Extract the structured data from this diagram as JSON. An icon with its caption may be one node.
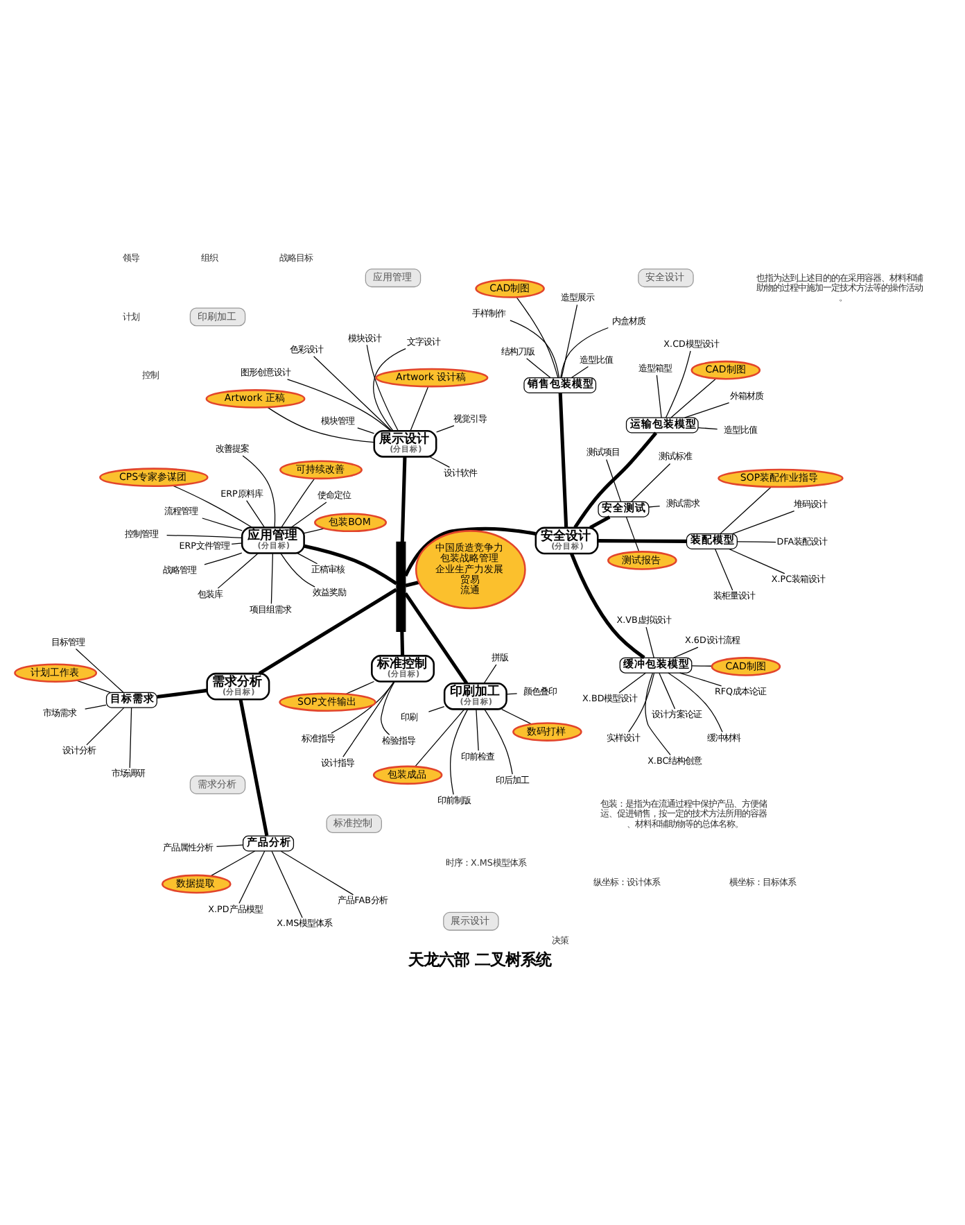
{
  "diagram": {
    "title": "天龙六部 二叉树系统",
    "nodes": [
      {
        "text": [
          "中国质造竞争力",
          "包装战略管理",
          "企业生产力发展",
          "贸易",
          "流通"
        ]
      },
      {
        "text": [],
        "shape": "bar"
      },
      {
        "text": [
          "标准控制",
          "(分目标)"
        ]
      },
      {
        "text": [
          "SOP文件输出"
        ]
      },
      {
        "text": [
          "检验指导"
        ]
      },
      {
        "text": [
          "标准指导"
        ]
      },
      {
        "text": [
          "设计指导"
        ]
      },
      {
        "text": [
          "印刷加工",
          "(分目标)"
        ]
      },
      {
        "text": [
          "包装成品"
        ]
      },
      {
        "text": [
          "印后加工"
        ]
      },
      {
        "text": [
          "印前制版"
        ]
      },
      {
        "text": [
          "印刷"
        ]
      },
      {
        "text": [
          "数码打样"
        ]
      },
      {
        "text": [
          "颜色叠印"
        ]
      },
      {
        "text": [
          "拼版"
        ]
      },
      {
        "text": [
          "印前检查"
        ]
      },
      {
        "text": [
          "应用管理",
          "(分目标)"
        ]
      },
      {
        "text": [
          "CPS专家参谋团"
        ]
      },
      {
        "text": [
          "控制管理"
        ]
      },
      {
        "text": [
          "流程管理"
        ]
      },
      {
        "text": [
          "项目组需求"
        ]
      },
      {
        "text": [
          "战略管理"
        ]
      },
      {
        "text": [
          "使命定位"
        ]
      },
      {
        "text": [
          "可持续改善"
        ]
      },
      {
        "text": [
          "改善提案"
        ]
      },
      {
        "text": [
          "效益奖励"
        ]
      },
      {
        "text": [
          "包装BOM"
        ]
      },
      {
        "text": [
          "ERP文件管理"
        ]
      },
      {
        "text": [
          "包装库"
        ]
      },
      {
        "text": [
          "正稿审核"
        ]
      },
      {
        "text": [
          "ERP原料库"
        ]
      },
      {
        "text": [
          "展示设计",
          "(分目标)"
        ]
      },
      {
        "text": [
          "Artwork 正稿"
        ]
      },
      {
        "text": [
          "模块设计"
        ]
      },
      {
        "text": [
          "设计软件"
        ]
      },
      {
        "text": [
          "模块管理"
        ]
      },
      {
        "text": [
          "Artwork 设计稿"
        ]
      },
      {
        "text": [
          "视觉引导"
        ]
      },
      {
        "text": [
          "色彩设计"
        ]
      },
      {
        "text": [
          "图形创意设计"
        ]
      },
      {
        "text": [
          "文字设计"
        ]
      },
      {
        "text": [
          "安全设计",
          "(分目标)"
        ]
      },
      {
        "text": [
          "装配模型"
        ]
      },
      {
        "text": [
          "SOP装配作业指导"
        ]
      },
      {
        "text": [
          "堆码设计"
        ]
      },
      {
        "text": [
          "装柜量设计"
        ]
      },
      {
        "text": [
          "DFA装配设计"
        ]
      },
      {
        "text": [
          "X.PC装箱设计"
        ]
      },
      {
        "text": [
          "安全测试"
        ]
      },
      {
        "text": [
          "测试报告"
        ]
      },
      {
        "text": [
          "测试项目"
        ]
      },
      {
        "text": [
          "测试需求"
        ]
      },
      {
        "text": [
          "测试标准"
        ]
      },
      {
        "text": [
          "运输包装模型"
        ]
      },
      {
        "text": [
          "CAD制图"
        ]
      },
      {
        "text": [
          "造型比值"
        ]
      },
      {
        "text": [
          "造型箱型"
        ]
      },
      {
        "text": [
          "X.CD模型设计"
        ]
      },
      {
        "text": [
          "外箱材质"
        ]
      },
      {
        "text": [
          "销售包装模型"
        ]
      },
      {
        "text": [
          "CAD制图"
        ]
      },
      {
        "text": [
          "造型展示"
        ]
      },
      {
        "text": [
          "结构刀版"
        ]
      },
      {
        "text": [
          "内盒材质"
        ]
      },
      {
        "text": [
          "造型比值"
        ]
      },
      {
        "text": [
          "手样制作"
        ]
      },
      {
        "text": [
          "缓冲包装模型"
        ]
      },
      {
        "text": [
          "CAD制图"
        ]
      },
      {
        "text": [
          "缓冲材料"
        ]
      },
      {
        "text": [
          "X.BD模型设计"
        ]
      },
      {
        "text": [
          "X.BC结构创意"
        ]
      },
      {
        "text": [
          "X.6D设计流程"
        ]
      },
      {
        "text": [
          "X.VB虚拟设计"
        ]
      },
      {
        "text": [
          "实样设计"
        ]
      },
      {
        "text": [
          "设计方案论证"
        ]
      },
      {
        "text": [
          "RFQ成本论证"
        ]
      },
      {
        "text": [
          "需求分析",
          "(分目标)"
        ]
      },
      {
        "text": [
          "产品分析"
        ]
      },
      {
        "text": [
          "数据提取"
        ]
      },
      {
        "text": [
          "产品FAB分析"
        ]
      },
      {
        "text": [
          "产品属性分析"
        ]
      },
      {
        "text": [
          "X.PD产品模型"
        ]
      },
      {
        "text": [
          "X.MS模型体系"
        ]
      },
      {
        "text": [
          "目标需求"
        ]
      },
      {
        "text": [
          "计划工作表"
        ]
      },
      {
        "text": [
          "市场需求"
        ]
      },
      {
        "text": [
          "目标管理"
        ]
      },
      {
        "text": [
          "市场调研"
        ]
      },
      {
        "text": [
          "设计分析"
        ]
      },
      {
        "text": [
          "标准控制"
        ]
      },
      {
        "text": [
          "需求分析"
        ]
      },
      {
        "text": [
          "印刷加工"
        ]
      },
      {
        "text": [
          "安全设计"
        ]
      },
      {
        "text": [
          "应用管理"
        ]
      },
      {
        "text": [
          "展示设计"
        ]
      }
    ],
    "edges": [
      {
        "from": 1,
        "to": 0,
        "arrow": "none",
        "style": "thick"
      },
      {
        "from": 1,
        "to": 2,
        "arrow": "none",
        "style": "thick"
      },
      {
        "from": 2,
        "to": 3,
        "arrow": "none"
      },
      {
        "from": 2,
        "to": 4,
        "arrow": "none"
      },
      {
        "from": 2,
        "to": 5,
        "arrow": "none"
      },
      {
        "from": 2,
        "to": 6,
        "arrow": "none"
      },
      {
        "from": 1,
        "to": 7,
        "arrow": "none",
        "style": "thick"
      },
      {
        "from": 7,
        "to": 8,
        "arrow": "none"
      },
      {
        "from": 7,
        "to": 9,
        "arrow": "none"
      },
      {
        "from": 7,
        "to": 10,
        "arrow": "none"
      },
      {
        "from": 7,
        "to": 11,
        "arrow": "none"
      },
      {
        "from": 7,
        "to": 12,
        "arrow": "none"
      },
      {
        "from": 7,
        "to": 13,
        "arrow": "none"
      },
      {
        "from": 7,
        "to": 14,
        "arrow": "none"
      },
      {
        "from": 7,
        "to": 15,
        "arrow": "none"
      },
      {
        "from": 1,
        "to": 16,
        "arrow": "none",
        "style": "thick"
      },
      {
        "from": 16,
        "to": 17,
        "arrow": "none"
      },
      {
        "from": 16,
        "to": 18,
        "arrow": "none"
      },
      {
        "from": 16,
        "to": 19,
        "arrow": "none"
      },
      {
        "from": 16,
        "to": 20,
        "arrow": "none"
      },
      {
        "from": 16,
        "to": 21,
        "arrow": "none"
      },
      {
        "from": 16,
        "to": 22,
        "arrow": "none"
      },
      {
        "from": 16,
        "to": 23,
        "arrow": "none"
      },
      {
        "from": 16,
        "to": 24,
        "arrow": "none"
      },
      {
        "from": 16,
        "to": 25,
        "arrow": "none"
      },
      {
        "from": 16,
        "to": 26,
        "arrow": "none"
      },
      {
        "from": 16,
        "to": 27,
        "arrow": "none"
      },
      {
        "from": 16,
        "to": 28,
        "arrow": "none"
      },
      {
        "from": 16,
        "to": 29,
        "arrow": "none"
      },
      {
        "from": 16,
        "to": 30,
        "arrow": "none"
      },
      {
        "from": 1,
        "to": 31,
        "arrow": "none",
        "style": "thick"
      },
      {
        "from": 31,
        "to": 32,
        "arrow": "none"
      },
      {
        "from": 31,
        "to": 33,
        "arrow": "none"
      },
      {
        "from": 31,
        "to": 34,
        "arrow": "none"
      },
      {
        "from": 31,
        "to": 35,
        "arrow": "none"
      },
      {
        "from": 31,
        "to": 36,
        "arrow": "none"
      },
      {
        "from": 31,
        "to": 37,
        "arrow": "none"
      },
      {
        "from": 31,
        "to": 38,
        "arrow": "none"
      },
      {
        "from": 31,
        "to": 39,
        "arrow": "none"
      },
      {
        "from": 31,
        "to": 40,
        "arrow": "none"
      },
      {
        "from": 1,
        "to": 41,
        "arrow": "none",
        "style": "thick"
      },
      {
        "from": 41,
        "to": 42,
        "arrow": "none",
        "style": "thick"
      },
      {
        "from": 42,
        "to": 43,
        "arrow": "none"
      },
      {
        "from": 42,
        "to": 44,
        "arrow": "none"
      },
      {
        "from": 42,
        "to": 45,
        "arrow": "none"
      },
      {
        "from": 42,
        "to": 46,
        "arrow": "none"
      },
      {
        "from": 42,
        "to": 47,
        "arrow": "none"
      },
      {
        "from": 41,
        "to": 48,
        "arrow": "none",
        "style": "thick"
      },
      {
        "from": 48,
        "to": 49,
        "arrow": "none"
      },
      {
        "from": 48,
        "to": 50,
        "arrow": "none"
      },
      {
        "from": 48,
        "to": 51,
        "arrow": "none"
      },
      {
        "from": 48,
        "to": 52,
        "arrow": "none"
      },
      {
        "from": 41,
        "to": 53,
        "arrow": "none",
        "style": "thick"
      },
      {
        "from": 53,
        "to": 54,
        "arrow": "none"
      },
      {
        "from": 53,
        "to": 55,
        "arrow": "none"
      },
      {
        "from": 53,
        "to": 56,
        "arrow": "none"
      },
      {
        "from": 53,
        "to": 57,
        "arrow": "none"
      },
      {
        "from": 53,
        "to": 58,
        "arrow": "none"
      },
      {
        "from": 41,
        "to": 59,
        "arrow": "none",
        "style": "thick"
      },
      {
        "from": 59,
        "to": 60,
        "arrow": "none"
      },
      {
        "from": 59,
        "to": 61,
        "arrow": "none"
      },
      {
        "from": 59,
        "to": 62,
        "arrow": "none"
      },
      {
        "from": 59,
        "to": 63,
        "arrow": "none"
      },
      {
        "from": 59,
        "to": 64,
        "arrow": "none"
      },
      {
        "from": 59,
        "to": 65,
        "arrow": "none"
      },
      {
        "from": 41,
        "to": 66,
        "arrow": "none",
        "style": "thick"
      },
      {
        "from": 66,
        "to": 67,
        "arrow": "none"
      },
      {
        "from": 66,
        "to": 68,
        "arrow": "none"
      },
      {
        "from": 66,
        "to": 69,
        "arrow": "none"
      },
      {
        "from": 66,
        "to": 70,
        "arrow": "none"
      },
      {
        "from": 66,
        "to": 71,
        "arrow": "none"
      },
      {
        "from": 66,
        "to": 72,
        "arrow": "none"
      },
      {
        "from": 66,
        "to": 73,
        "arrow": "none"
      },
      {
        "from": 66,
        "to": 74,
        "arrow": "none"
      },
      {
        "from": 66,
        "to": 75,
        "arrow": "none"
      },
      {
        "from": 1,
        "to": 76,
        "arrow": "none",
        "style": "thick"
      },
      {
        "from": 76,
        "to": 77,
        "arrow": "none",
        "style": "thick"
      },
      {
        "from": 77,
        "to": 78,
        "arrow": "none"
      },
      {
        "from": 77,
        "to": 79,
        "arrow": "none"
      },
      {
        "from": 77,
        "to": 80,
        "arrow": "none"
      },
      {
        "from": 77,
        "to": 81,
        "arrow": "none"
      },
      {
        "from": 77,
        "to": 82,
        "arrow": "none"
      },
      {
        "from": 76,
        "to": 83,
        "arrow": "none",
        "style": "thick"
      },
      {
        "from": 83,
        "to": 84,
        "arrow": "none"
      },
      {
        "from": 83,
        "to": 85,
        "arrow": "none"
      },
      {
        "from": 83,
        "to": 86,
        "arrow": "none"
      },
      {
        "from": 83,
        "to": 87,
        "arrow": "none"
      },
      {
        "from": 83,
        "to": 88,
        "arrow": "none"
      }
    ],
    "labels": [
      "战略目标",
      "控制",
      "组织",
      "领导",
      "计划",
      "决策",
      "包装：是指为在流通过程中保护产品、方便储运、促进销售，按一定的技术方法所用的容器、材料和辅助物等的总体名称。",
      "也指为达到上述目的的在采用容器、材料和辅助物的过程中施加一定技术方法等的操作活动。",
      "纵坐标：设计体系",
      "横坐标：目标体系",
      "时序：X.MS模型体系"
    ]
  }
}
